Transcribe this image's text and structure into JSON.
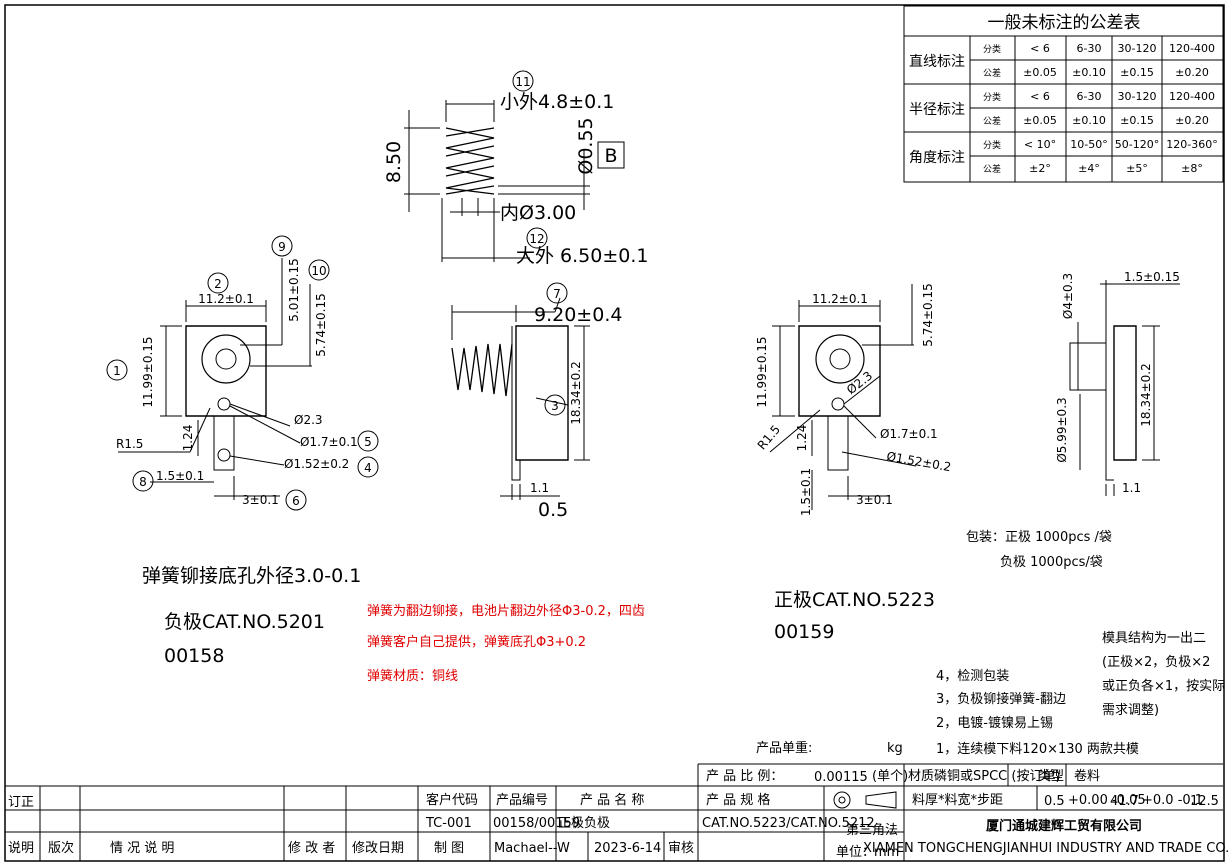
{
  "tolerance_table": {
    "title": "一般未标注的公差表",
    "row_label_category": "分类",
    "row_label_tolerance": "公差",
    "groups": [
      {
        "name": "直线标注",
        "ranges": [
          "< 6",
          "6-30",
          "30-120",
          "120-400"
        ],
        "tolerances": [
          "±0.05",
          "±0.10",
          "±0.15",
          "±0.20"
        ]
      },
      {
        "name": "半径标注",
        "ranges": [
          "< 6",
          "6-30",
          "30-120",
          "120-400"
        ],
        "tolerances": [
          "±0.05",
          "±0.10",
          "±0.15",
          "±0.20"
        ]
      },
      {
        "name": "角度标注",
        "ranges": [
          "< 10°",
          "10-50°",
          "50-120°",
          "120-360°"
        ],
        "tolerances": [
          "±2°",
          "±4°",
          "±5°",
          "±8°"
        ]
      }
    ]
  },
  "spring_view": {
    "callout_11": "11",
    "outer_dia": "小外4.8±0.1",
    "height": "8.50",
    "dia_055": "Ø0.55",
    "datum": "B",
    "inner_dia": "内Ø3.00",
    "callout_12": "12",
    "big_outer": "大外 6.50±0.1"
  },
  "negative_front": {
    "callout_2": "2",
    "width": "11.2±0.1",
    "callout_9": "9",
    "dim_501": "5.01±0.15",
    "callout_10": "10",
    "dim_574": "5.74±0.15",
    "callout_1": "1",
    "height": "11.99±0.15",
    "dia_23": "Ø2.3",
    "r15": "R1.5",
    "dim_124": "1.24",
    "dia_17": "Ø1.7±0.1",
    "callout_5": "5",
    "dia_152": "Ø1.52±0.2",
    "callout_4": "4",
    "callout_8": "8",
    "dim_15": "1.5±0.1",
    "dim_3": "3±0.1",
    "callout_6": "6"
  },
  "negative_side": {
    "callout_7": "7",
    "length": "9.20±0.4",
    "callout_3": "3",
    "height": "18.34±0.2",
    "dim_11": "1.1",
    "dim_05": "0.5"
  },
  "positive_front": {
    "width": "11.2±0.1",
    "dim_574": "5.74±0.15",
    "height": "11.99±0.15",
    "dia_23": "Ø2.3",
    "r15": "R1.5",
    "dim_124": "1.24",
    "dia_17": "Ø1.7±0.1",
    "dia_152": "Ø1.52±0.2",
    "dim_15": "1.5±0.1",
    "dim_3": "3±0.1"
  },
  "positive_side": {
    "dia_4": "Ø4±0.3",
    "dim_15": "1.5±0.15",
    "dia_599": "Ø5.99±0.3",
    "height": "18.34±0.2",
    "dim_11": "1.1"
  },
  "packaging": {
    "line1": "包装：正极 1000pcs /袋",
    "line2": "负极 1000pcs/袋"
  },
  "notes": {
    "rivet_hole": "弹簧铆接底孔外径3.0-0.1",
    "neg_cat": "负极CAT.NO.5201",
    "neg_code": "00158",
    "red1": "弹簧为翻边铆接，电池片翻边外径Φ3-0.2，四齿",
    "red2": "弹簧客户自己提供，弹簧底孔Φ3+0.2",
    "red3": "弹簧材质：铜线",
    "pos_cat": "正极CAT.NO.5223",
    "pos_code": "00159",
    "mold1": "模具结构为一出二",
    "mold2": "(正极×2，负极×2",
    "mold3": "或正负各×1，按实际",
    "mold4": "需求调整)",
    "step4": "4，检测包装",
    "step3": "3，负极铆接弹簧-翻边",
    "step2": "2，电镀-镀镍易上锡",
    "step1": "1，连续模下料120×130 两款共模",
    "unit_weight_label": "产品单重:",
    "unit_weight_unit": "kg"
  },
  "title_block": {
    "ratio_label": "产 品 比 例：",
    "ratio_value": "0.00115",
    "ratio_unit": "(单个)",
    "material_label": "材质",
    "material_value": "磷铜或SPCC (按订单)",
    "type_label": "类型",
    "type_value": "卷料",
    "revise": "订正",
    "explain": "说明",
    "version": "版次",
    "situation": "情  况  说  明",
    "modifier": "修 改 者",
    "mod_date": "修改日期",
    "customer_code_label": "客户代码",
    "product_no_label": "产品编号",
    "product_name_label": "产 品 名 称",
    "spec_label": "产 品 规 格",
    "customer_code": "TC-001",
    "product_no": "00158/00159",
    "product_name": "正极负极",
    "spec": "CAT.NO.5223/CAT.NO.5212",
    "draw_label": "制  图",
    "drawer": "Machael--W",
    "date": "2023-6-14",
    "review": "审核",
    "projection": "第三角法",
    "unit_label": "单位：",
    "unit_value": "mm",
    "thickness_label": "料厚*料宽*步距",
    "thickness": "0.5",
    "thickness_tol": "+0.00 -0.05",
    "width": "41.7",
    "width_tol": "+0.0 -0.1",
    "pitch": "12.5",
    "company_cn": "厦门通城建辉工贸有限公司",
    "company_en": "XIAMEN TONGCHENGJIANHUI INDUSTRY AND TRADE CO., LTD."
  }
}
